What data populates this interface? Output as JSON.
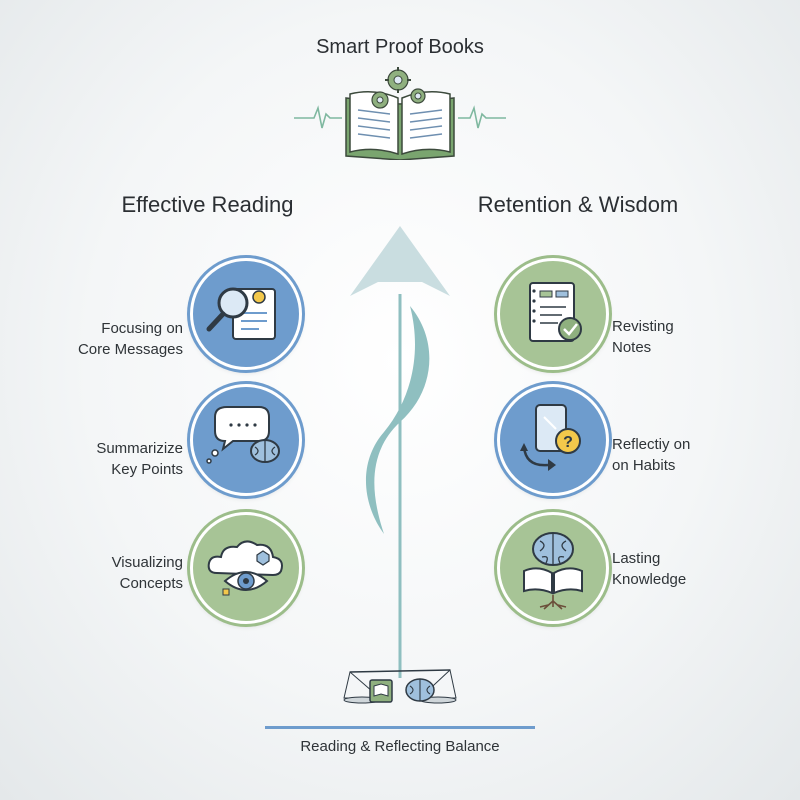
{
  "title": "Smart Proof Books",
  "left_column": {
    "heading": "Effective Reading",
    "items": [
      {
        "label_line1": "Focusing on",
        "label_line2": "Core Messages",
        "icon": "magnifier-document-lightbulb-icon",
        "color": "#6e9ccd"
      },
      {
        "label_line1": "Summarizize",
        "label_line2": "Key Points",
        "icon": "speech-bubble-brain-icon",
        "color": "#6e9ccd"
      },
      {
        "label_line1": "Visualizing",
        "label_line2": "Concepts",
        "icon": "cloud-eye-icon",
        "color": "#a7c496"
      }
    ]
  },
  "right_column": {
    "heading": "Retention & Wisdom",
    "items": [
      {
        "label_line1": "Revisting",
        "label_line2": "Notes",
        "icon": "notes-checkmark-icon",
        "color": "#a7c496"
      },
      {
        "label_line1": "Reflectiy on",
        "label_line2": "on Habits",
        "icon": "tablet-question-arrow-icon",
        "color": "#6e9ccd"
      },
      {
        "label_line1": "Lasting",
        "label_line2": "Knowledge",
        "icon": "book-brain-tree-icon",
        "color": "#a7c496"
      }
    ]
  },
  "footer": {
    "label": "Reading & Reflecting Balance",
    "icon": "balance-scale-book-brain-icon"
  },
  "center": {
    "icon": "upward-arrow-wave-icon"
  },
  "colors": {
    "blue": "#6e9ccd",
    "green": "#a7c496",
    "teal": "#8fbfc0",
    "arrow": "#c9dde0"
  }
}
